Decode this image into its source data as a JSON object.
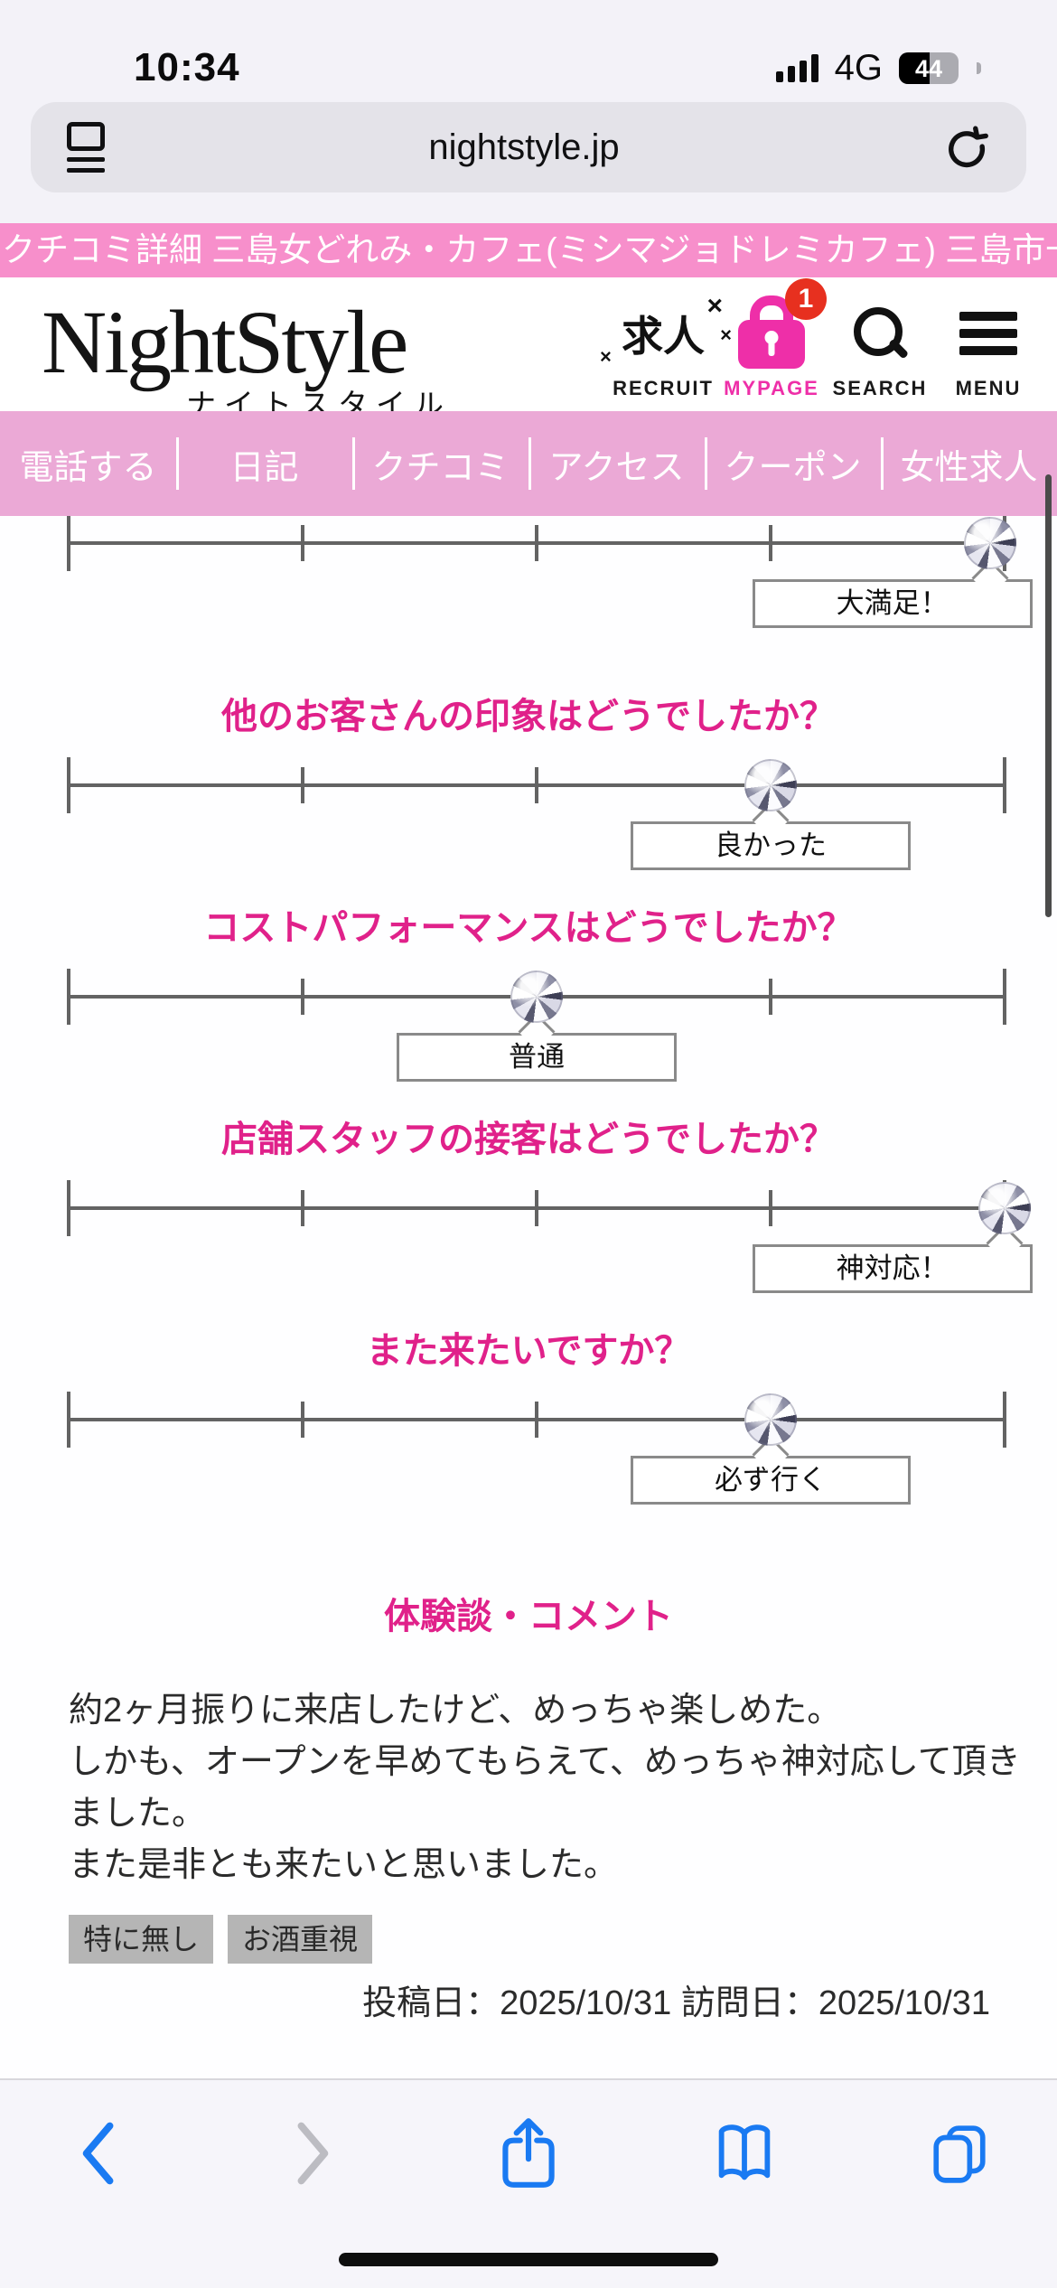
{
  "status_bar": {
    "time": "10:34",
    "network": "4G",
    "battery_percent": "44"
  },
  "browser": {
    "url": "nightstyle.jp"
  },
  "marquee": {
    "text": "クチコミ詳細 三島女どれみ・カフェ(ミシマジョドレミカフェ) 三島市一番町 ガールズバー"
  },
  "header": {
    "logo_text": "NightStyle",
    "logo_subtext": "ナイトスタイル",
    "actions": [
      {
        "id": "recruit",
        "glyph": "求人",
        "label": "RECRUIT"
      },
      {
        "id": "mypage",
        "label": "MYPAGE",
        "badge": "1"
      },
      {
        "id": "search",
        "label": "SEARCH"
      },
      {
        "id": "menu",
        "label": "MENU"
      }
    ]
  },
  "nav": {
    "items": [
      "電話する",
      "日記",
      "クチコミ",
      "アクセス",
      "クーポン",
      "女性求人"
    ]
  },
  "survey": {
    "scale_ticks": 5,
    "sliders": [
      {
        "question": "",
        "question_visible": false,
        "answer": "大満足！",
        "value": 5,
        "position_percent": 98.5,
        "label_center_percent": 88
      },
      {
        "question": "他のお客さんの印象はどうでしたか？",
        "question_visible": true,
        "answer": "良かった",
        "value": 4,
        "position_percent": 75,
        "label_center_percent": 75
      },
      {
        "question": "コストパフォーマンスはどうでしたか？",
        "question_visible": true,
        "answer": "普通",
        "value": 3,
        "position_percent": 50,
        "label_center_percent": 50
      },
      {
        "question": "店舗スタッフの接客はどうでしたか？",
        "question_visible": true,
        "answer": "神対応！",
        "value": 5,
        "position_percent": 100,
        "label_center_percent": 88
      },
      {
        "question": "また来たいですか？",
        "question_visible": true,
        "answer": "必ず行く",
        "value": 4,
        "position_percent": 75,
        "label_center_percent": 75
      }
    ]
  },
  "review": {
    "heading": "体験談・コメント",
    "comment_lines": [
      "約2ヶ月振りに来店したけど、めっちゃ楽しめた。",
      "しかも、オープンを早めてもらえて、めっちゃ神対応して頂き",
      "ました。",
      "また是非とも来たいと思いました。"
    ],
    "tags": [
      "特に無し",
      "お酒重視"
    ],
    "post_date": "投稿日：2025/10/31",
    "visit_date": "訪問日：2025/10/31"
  },
  "colors": {
    "brand_pink": "#f78fcb",
    "nav_pink": "#eba9d6",
    "accent_magenta": "#e0218a",
    "mypage_pink": "#ee2fa8",
    "badge_red": "#e7301f",
    "toolbar_blue": "#1a7af2"
  }
}
